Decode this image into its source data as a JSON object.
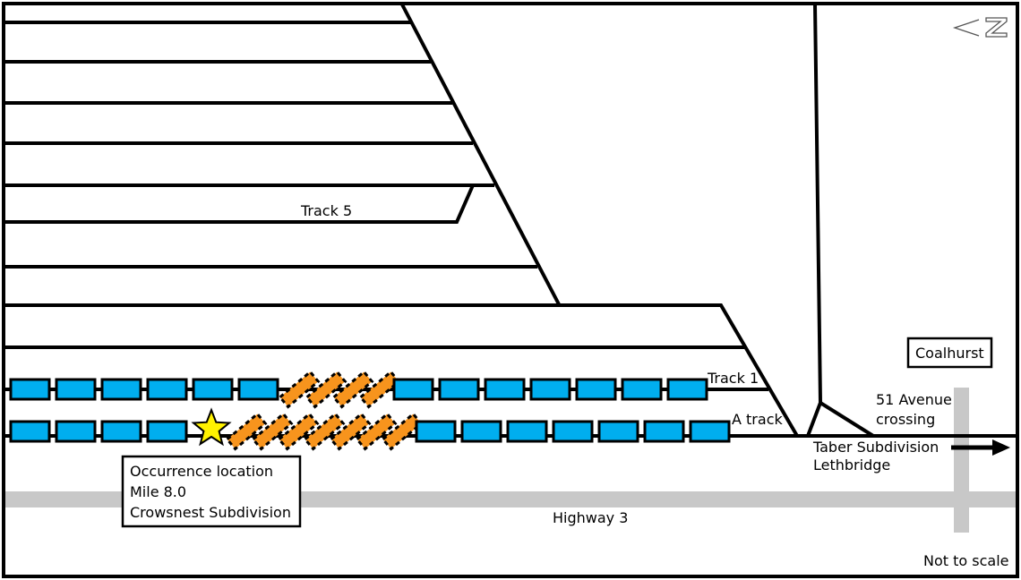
{
  "labels": {
    "track5": "Track 5",
    "track1": "Track 1",
    "a_track": "A track",
    "avenue_line1": "51 Avenue",
    "avenue_line2": "crossing",
    "taber_line1": "Taber Subdivision",
    "taber_line2": "Lethbridge",
    "highway": "Highway 3",
    "coalhurst": "Coalhurst",
    "not_to_scale": "Not to scale",
    "occurrence_line1": "Occurrence location",
    "occurrence_line2": "Mile 8.0",
    "occurrence_line3": "Crowsnest Subdivision",
    "north_arrow": "N"
  },
  "trains": {
    "track1": {
      "blue_before": 6,
      "derailed": 4,
      "blue_after": 7
    },
    "a_track": {
      "blue_before": 4,
      "derailed": 7,
      "blue_after": 7
    }
  },
  "colors": {
    "railcar": "#00aeef",
    "derailed_car": "#f7941d",
    "star": "#fff200",
    "road": "#c8c8c8"
  }
}
